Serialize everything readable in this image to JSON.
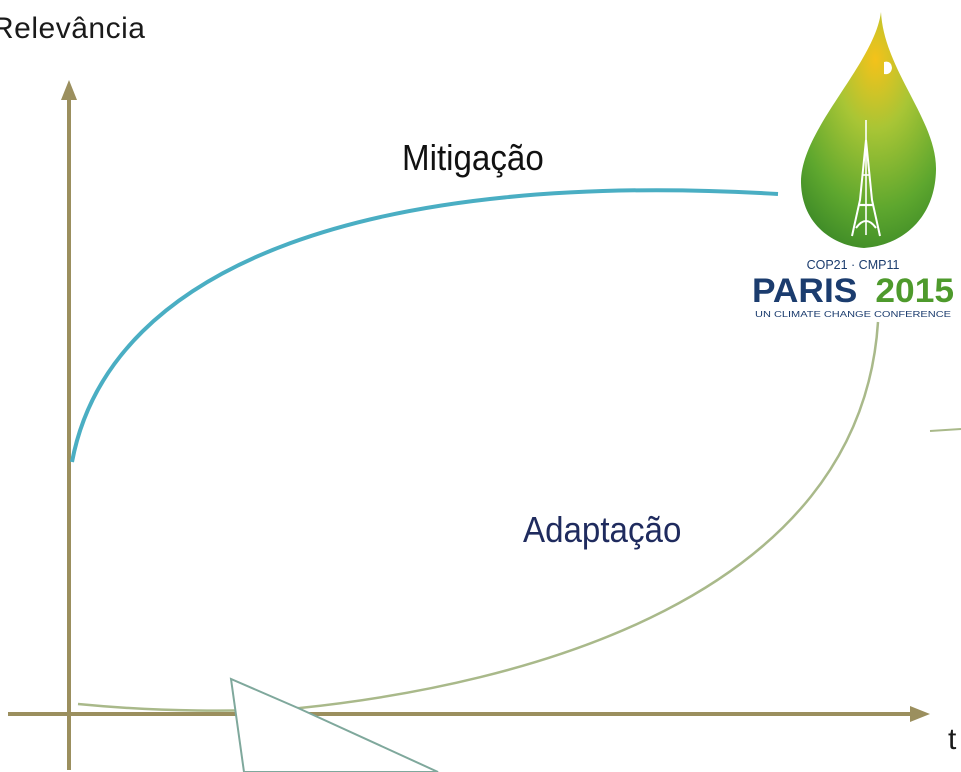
{
  "diagram": {
    "y_axis_label": "Relevância",
    "x_axis_label": "t",
    "curves": {
      "mitigation": {
        "label": "Mitigação",
        "color": "#4aaec3"
      },
      "adaptation": {
        "label": "Adaptação",
        "color": "#a9b98a"
      }
    },
    "axis_color": "#9b8f5e",
    "logo": {
      "event": "COP21 · CMP11",
      "city_year": {
        "city": "PARIS",
        "year": "2015"
      },
      "subtitle": "UN CLIMATE CHANGE CONFERENCE",
      "colors": {
        "navy": "#1b3c6e",
        "green": "#4e9a2c",
        "leaf_light": "#f2c418",
        "leaf_dark": "#3f8f2a"
      }
    }
  }
}
